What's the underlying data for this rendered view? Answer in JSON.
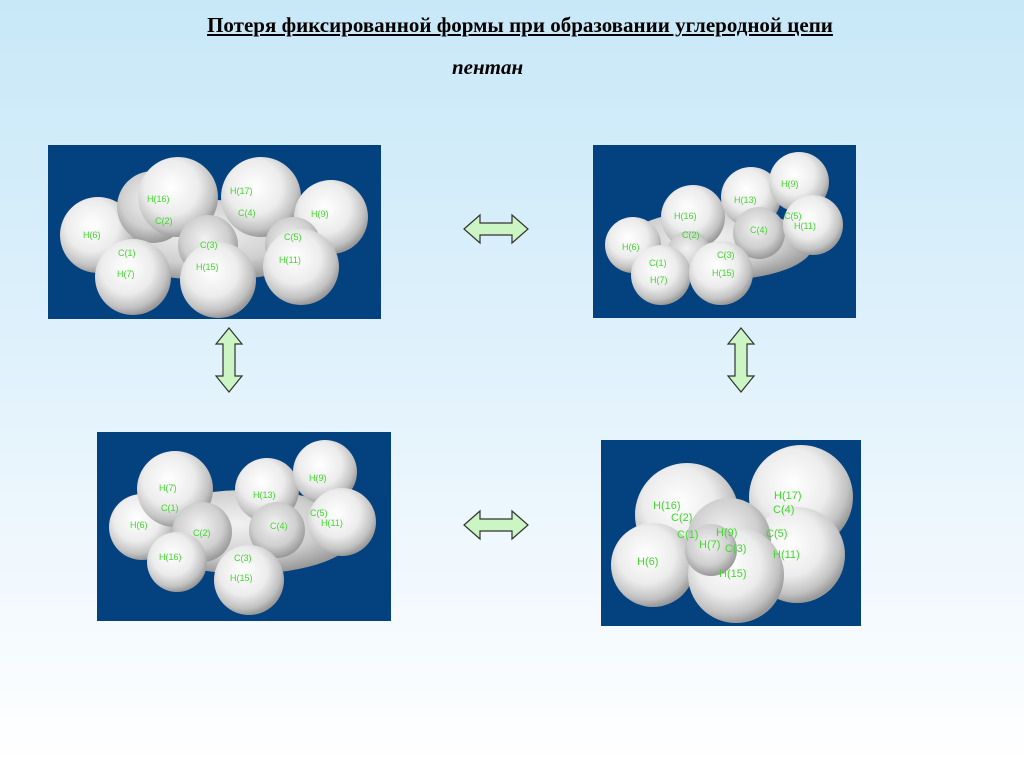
{
  "slide": {
    "title": "Потеря фиксированной формы при образовании углеродной цепи",
    "subtitle": "пентан"
  },
  "colors": {
    "panel_background": "#04427f",
    "atom_label": "#3fd92a",
    "arrow_fill": "#ccf5c4",
    "arrow_stroke": "#333333"
  },
  "conformations": [
    {
      "id": "top-left",
      "labels": [
        "H(16)",
        "H(17)",
        "H(6)",
        "C(2)",
        "C(4)",
        "H(9)",
        "C(1)",
        "C(3)",
        "C(5)",
        "H(7)",
        "H(15)",
        "H(11)"
      ]
    },
    {
      "id": "top-right",
      "labels": [
        "H(9)",
        "H(13)",
        "H(16)",
        "C(5)",
        "H(11)",
        "C(2)",
        "C(4)",
        "H(6)",
        "C(3)",
        "C(1)",
        "H(15)",
        "H(7)"
      ]
    },
    {
      "id": "bottom-left",
      "labels": [
        "H(7)",
        "H(9)",
        "H(13)",
        "C(1)",
        "C(5)",
        "H(11)",
        "H(6)",
        "C(2)",
        "C(4)",
        "H(16)",
        "C(3)",
        "H(15)"
      ]
    },
    {
      "id": "bottom-right",
      "labels": [
        "H(16)",
        "H(17)",
        "C(2)",
        "C(4)",
        "C(1)",
        "H(9)",
        "C(5)",
        "H(7)",
        "C(3)",
        "H(6)",
        "H(11)",
        "H(15)"
      ]
    }
  ],
  "arrows": [
    {
      "id": "top-horizontal",
      "direction": "horizontal"
    },
    {
      "id": "left-vertical",
      "direction": "vertical"
    },
    {
      "id": "right-vertical",
      "direction": "vertical"
    },
    {
      "id": "bottom-horizontal",
      "direction": "horizontal"
    }
  ]
}
